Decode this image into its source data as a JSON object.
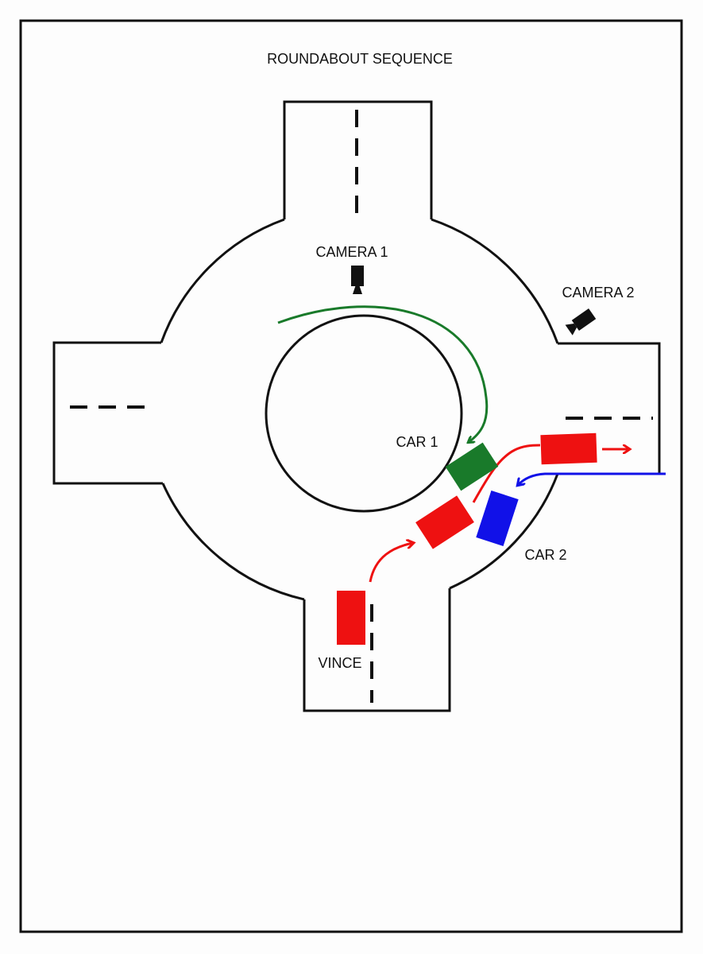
{
  "title": "ROUNDABOUT SEQUENCE",
  "labels": {
    "camera1": "CAMERA 1",
    "camera2": "CAMERA 2",
    "car1": "CAR 1",
    "car2": "CAR  2",
    "vince": "VINCE"
  },
  "colors": {
    "vince_red": "#ee1111",
    "car1_green": "#197a2a",
    "car2_blue": "#1111e8",
    "road_line": "#111111",
    "background": "#fdfdfd"
  },
  "icons": [
    "camera-icon",
    "camera-icon"
  ]
}
